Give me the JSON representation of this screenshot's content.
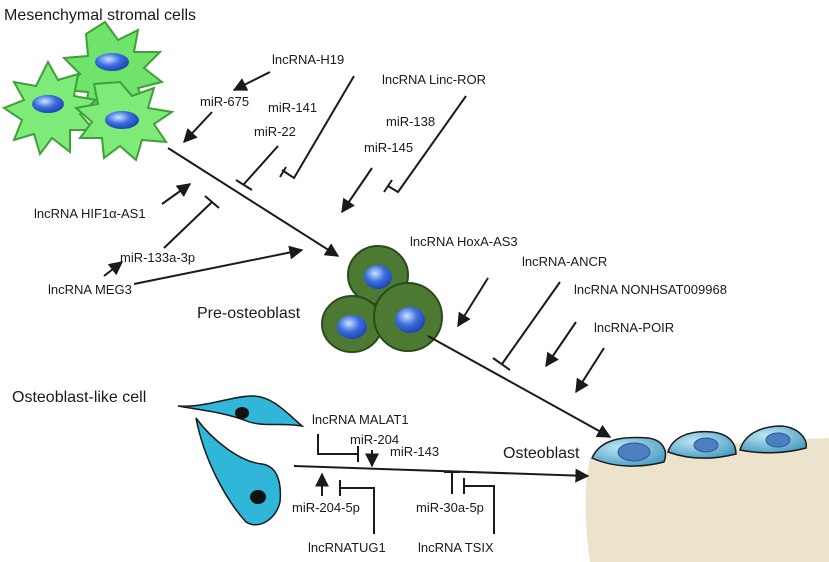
{
  "cells": {
    "msc": "Mesenchymal stromal cells",
    "pre_osteoblast": "Pre-osteoblast",
    "osteoblast_like": "Osteoblast-like cell",
    "osteoblast": "Osteoblast"
  },
  "regulators": {
    "h19": "lncRNA-H19",
    "mir675": "miR-675",
    "mir141": "miR-141",
    "mir22": "miR-22",
    "linc_ror": "lncRNA Linc-ROR",
    "mir138": "miR-138",
    "mir145": "miR-145",
    "hif1a_as1": "lncRNA HIF1α-AS1",
    "mir133a": "miR-133a-3p",
    "meg3": "lncRNA MEG3",
    "hoxa_as3": "lncRNA HoxA-AS3",
    "ancr": "lncRNA-ANCR",
    "nonhsat": "lncRNA NONHSAT009968",
    "poir": "lncRNA-POIR",
    "malat1": "lncRNA MALAT1",
    "mir204": "miR-204",
    "mir143": "miR-143",
    "mir204_5p": "miR-204-5p",
    "tug1": "lncRNATUG1",
    "mir30a": "miR-30a-5p",
    "tsix": "lncRNA TSIX"
  },
  "colors": {
    "msc_fill": "#6fe36a",
    "msc_stroke": "#3fa03a",
    "pre_fill": "#4d7a32",
    "pre_stroke": "#2c4a1c",
    "nucleus": "#2e5fd6",
    "oblike_fill": "#2fb6d8",
    "ob_fill": "#4aa3c6",
    "ground": "#ece3cc"
  }
}
